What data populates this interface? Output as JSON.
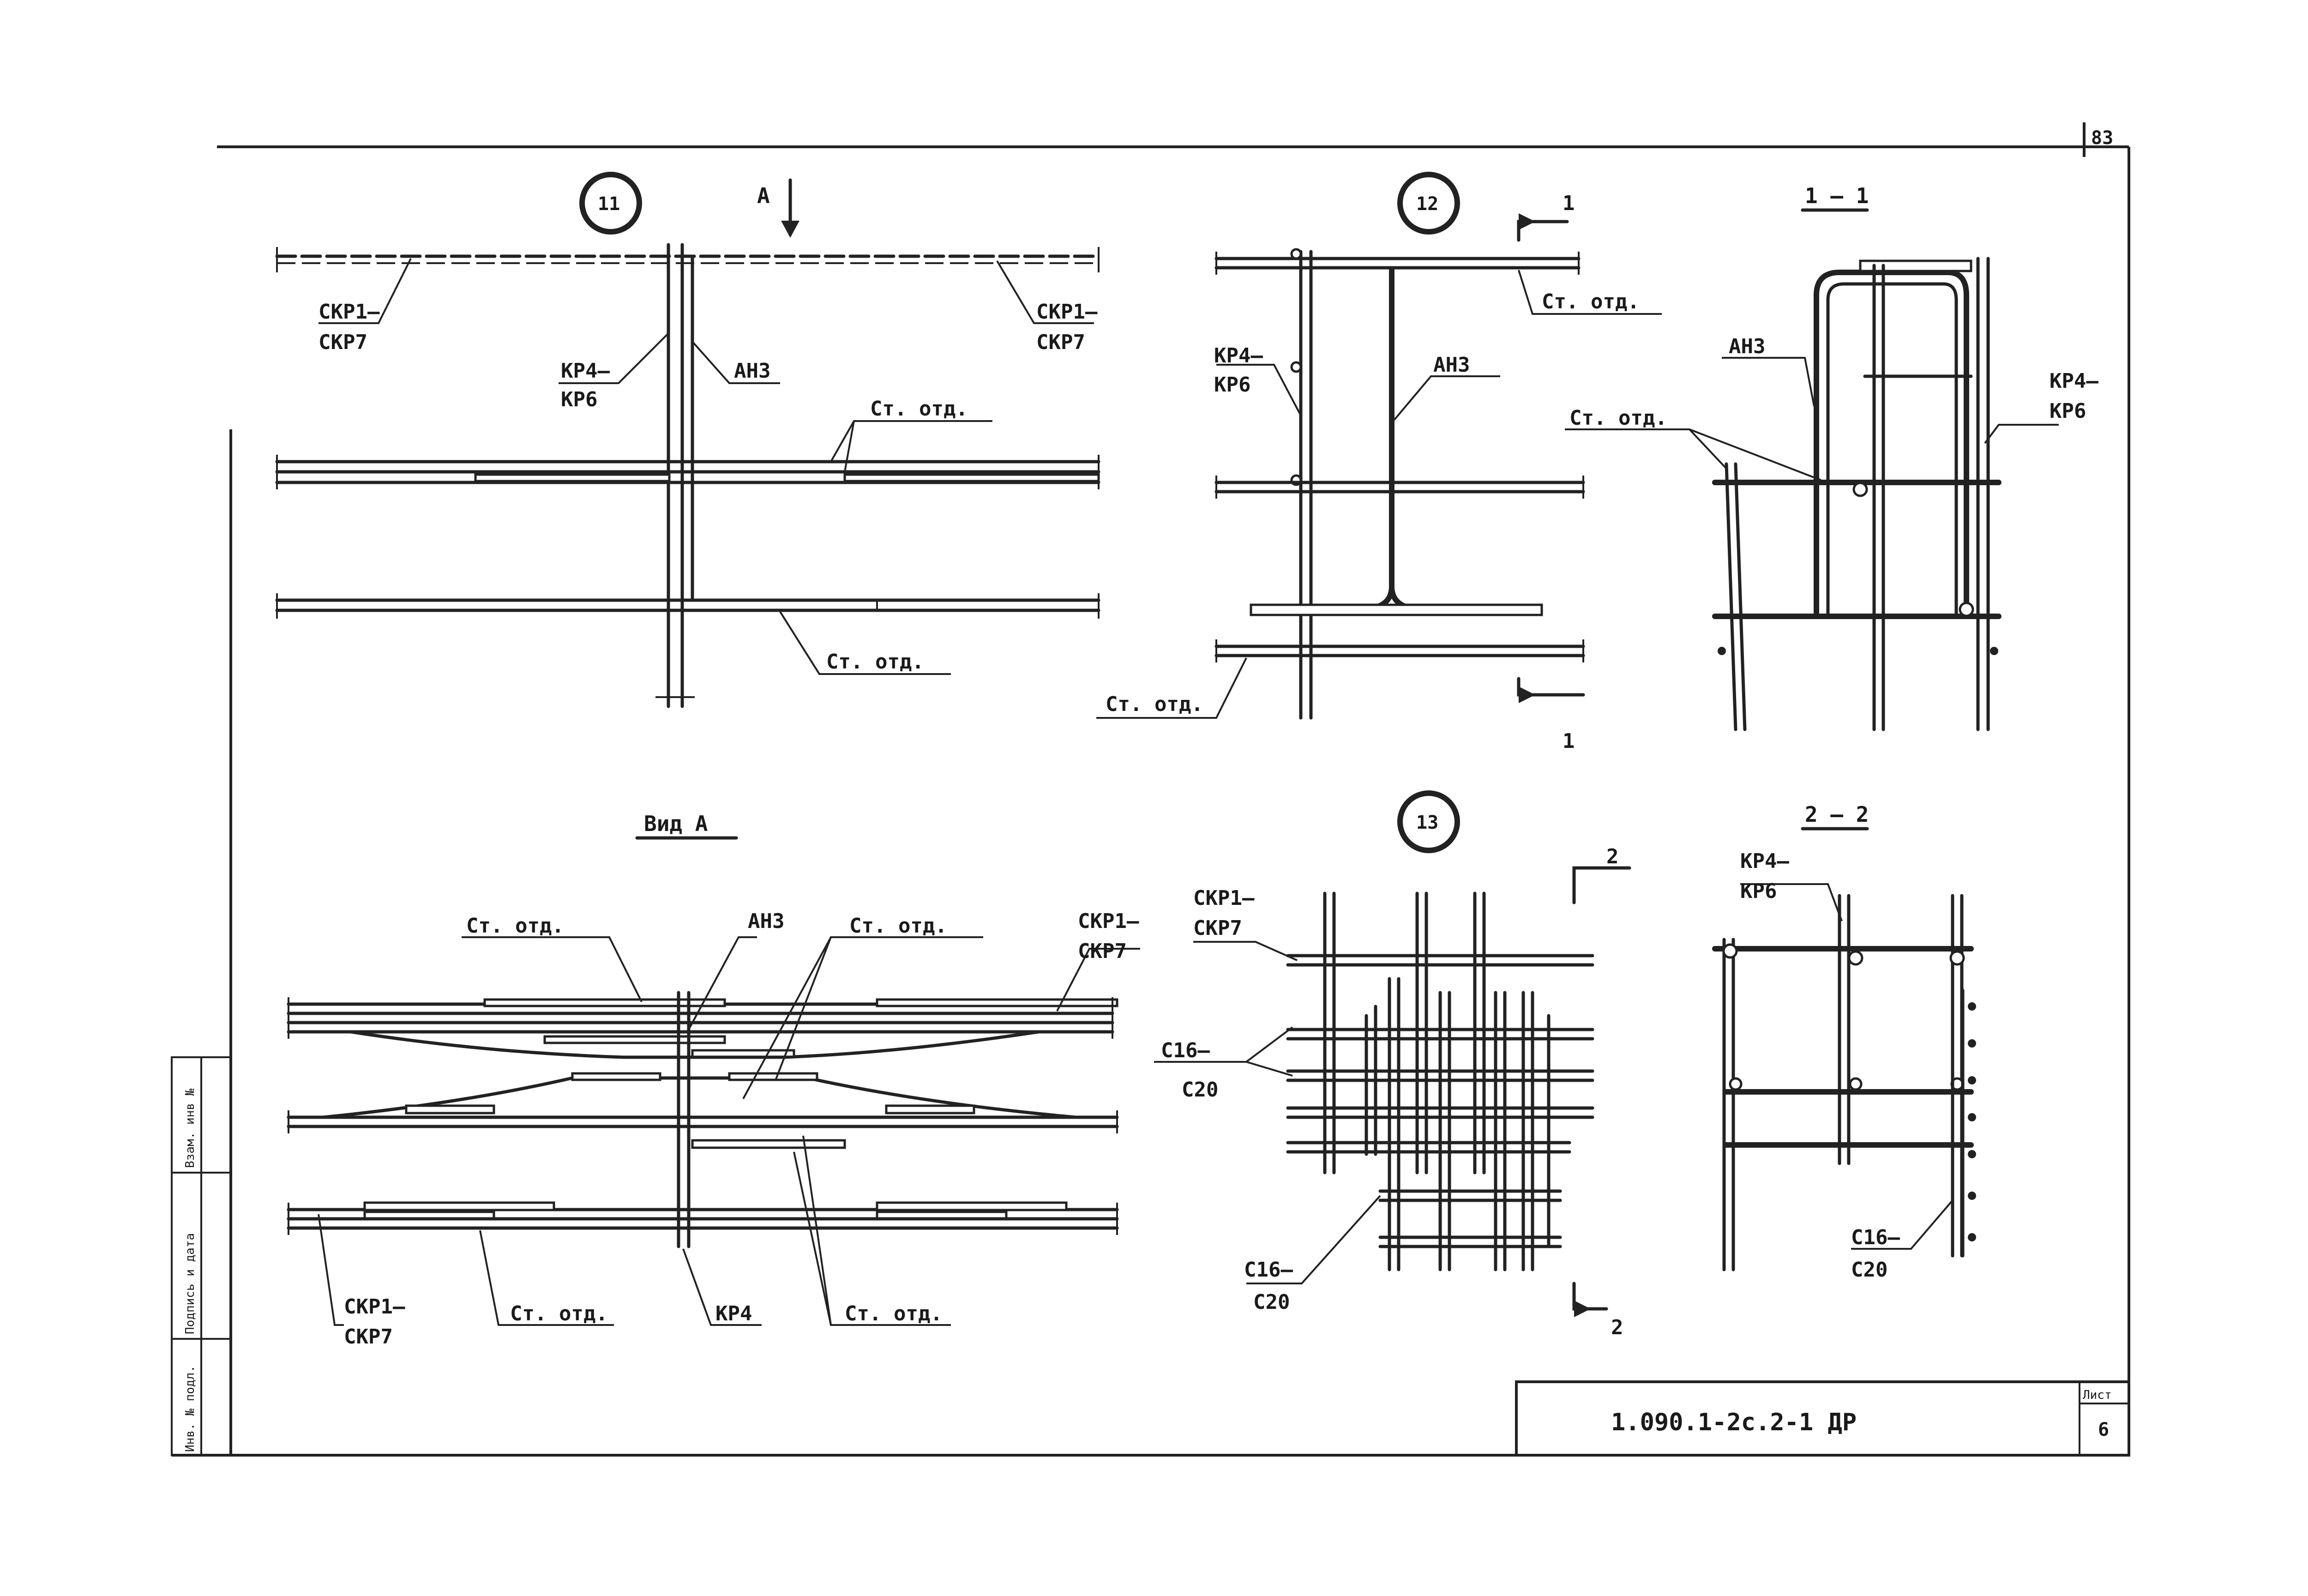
{
  "sheet": {
    "page_number": "83",
    "doc_code": "1.090.1-2c.2-1 ДР",
    "list_label": "Лист",
    "list_number": "6",
    "side_fields": [
      "Инв. № подл.",
      "Подпись и дата",
      "Взам. инв №"
    ]
  },
  "node11": {
    "callout": "11",
    "view_arrow": "А",
    "labels": {
      "left_top": [
        "СКР1–",
        "СКР7"
      ],
      "right_top": [
        "СКР1–",
        "СКР7"
      ],
      "kr": [
        "КР4–",
        "КР6"
      ],
      "anchor": "АН3",
      "st1": "Ст. отд.",
      "st2": "Ст. отд."
    }
  },
  "node12": {
    "callout": "12",
    "section_top": "1",
    "section_bottom": "1",
    "labels": {
      "st_top": "Ст. отд.",
      "kr": [
        "КР4–",
        "КР6"
      ],
      "anchor": "АН3",
      "st_bottom": "Ст. отд."
    }
  },
  "section11": {
    "title": "1 – 1",
    "labels": {
      "anchor": "АН3",
      "kr": [
        "КР4–",
        "КР6"
      ],
      "st": "Ст. отд."
    }
  },
  "viewA": {
    "title": "Вид А",
    "labels": {
      "st1": "Ст. отд.",
      "anchor": "АН3",
      "st2": "Ст. отд.",
      "skr_top": [
        "СКР1–",
        "СКР7"
      ],
      "skr_bottom": [
        "СКР1–",
        "СКР7"
      ],
      "st3": "Ст. отд.",
      "kr4": "КР4",
      "st4": "Ст. отд."
    }
  },
  "node13": {
    "callout": "13",
    "section_top": "2",
    "section_bottom": "2",
    "labels": {
      "skr": [
        "СКР1–",
        "СКР7"
      ],
      "c1": [
        "С16–",
        "С20"
      ],
      "c2": [
        "С16–",
        "С20"
      ]
    }
  },
  "section22": {
    "title": "2 – 2",
    "labels": {
      "kr": [
        "КР4–",
        "КР6"
      ],
      "c": [
        "С16–",
        "С20"
      ]
    }
  }
}
